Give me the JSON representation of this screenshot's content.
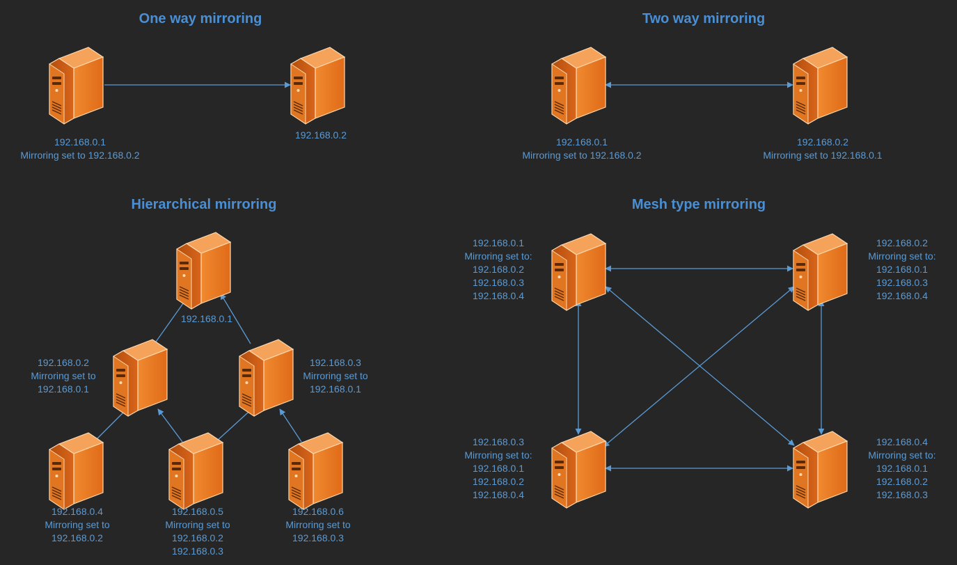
{
  "diagrams": {
    "one_way": {
      "title": "One way mirroring",
      "labels": [
        "192.168.0.1\nMirroring set to 192.168.0.2",
        "192.168.0.2"
      ]
    },
    "two_way": {
      "title": "Two way mirroring",
      "labels": [
        "192.168.0.1\nMirroring set to 192.168.0.2",
        "192.168.0.2\nMirroring set to 192.168.0.1"
      ]
    },
    "hierarchical": {
      "title": "Hierarchical mirroring",
      "labels": [
        "192.168.0.1",
        "192.168.0.2\nMirroring set to\n192.168.0.1",
        "192.168.0.3\nMirroring set to\n192.168.0.1",
        "192.168.0.4\nMirroring set to\n192.168.0.2",
        "192.168.0.5\nMirroring set to\n192.168.0.2\n192.168.0.3",
        "192.168.0.6\nMirroring set to\n192.168.0.3"
      ]
    },
    "mesh": {
      "title": "Mesh type mirroring",
      "labels": [
        "192.168.0.1\nMirroring set to:\n192.168.0.2\n192.168.0.3\n192.168.0.4",
        "192.168.0.2\nMirroring set to:\n192.168.0.1\n192.168.0.3\n192.168.0.4",
        "192.168.0.3\nMirroring set to:\n192.168.0.1\n192.168.0.2\n192.168.0.4",
        "192.168.0.4\nMirroring set to:\n192.168.0.1\n192.168.0.2\n192.168.0.3"
      ]
    }
  },
  "colors": {
    "background": "#262626",
    "title": "#4a8fd4",
    "label": "#5b9bd5",
    "connector": "#5b9bd5",
    "server_front": "#e8741e",
    "server_side": "#c85a12"
  },
  "icon": "server-tower-icon"
}
